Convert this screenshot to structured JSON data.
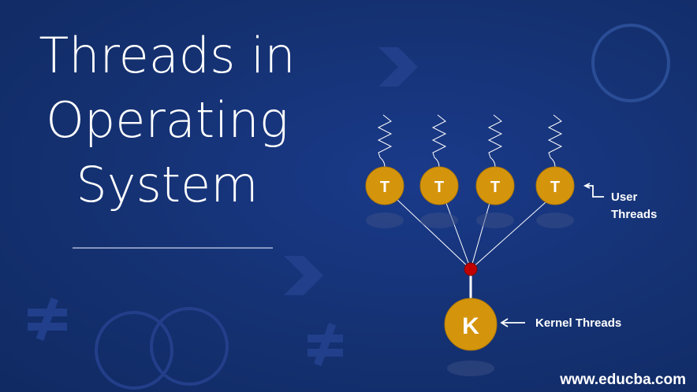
{
  "title": {
    "line1": "Threads in",
    "line2": "Operating",
    "line3": "System"
  },
  "diagram": {
    "user_thread_label": "T",
    "user_thread_count": 4,
    "kernel_thread_label": "K",
    "user_threads_caption_line1": "User",
    "user_threads_caption_line2": "Threads",
    "kernel_threads_caption": "Kernel Threads"
  },
  "colors": {
    "background": "#15307a",
    "thread": "#d4940c",
    "junction": "#c00000"
  },
  "watermark": "www.educba.com"
}
